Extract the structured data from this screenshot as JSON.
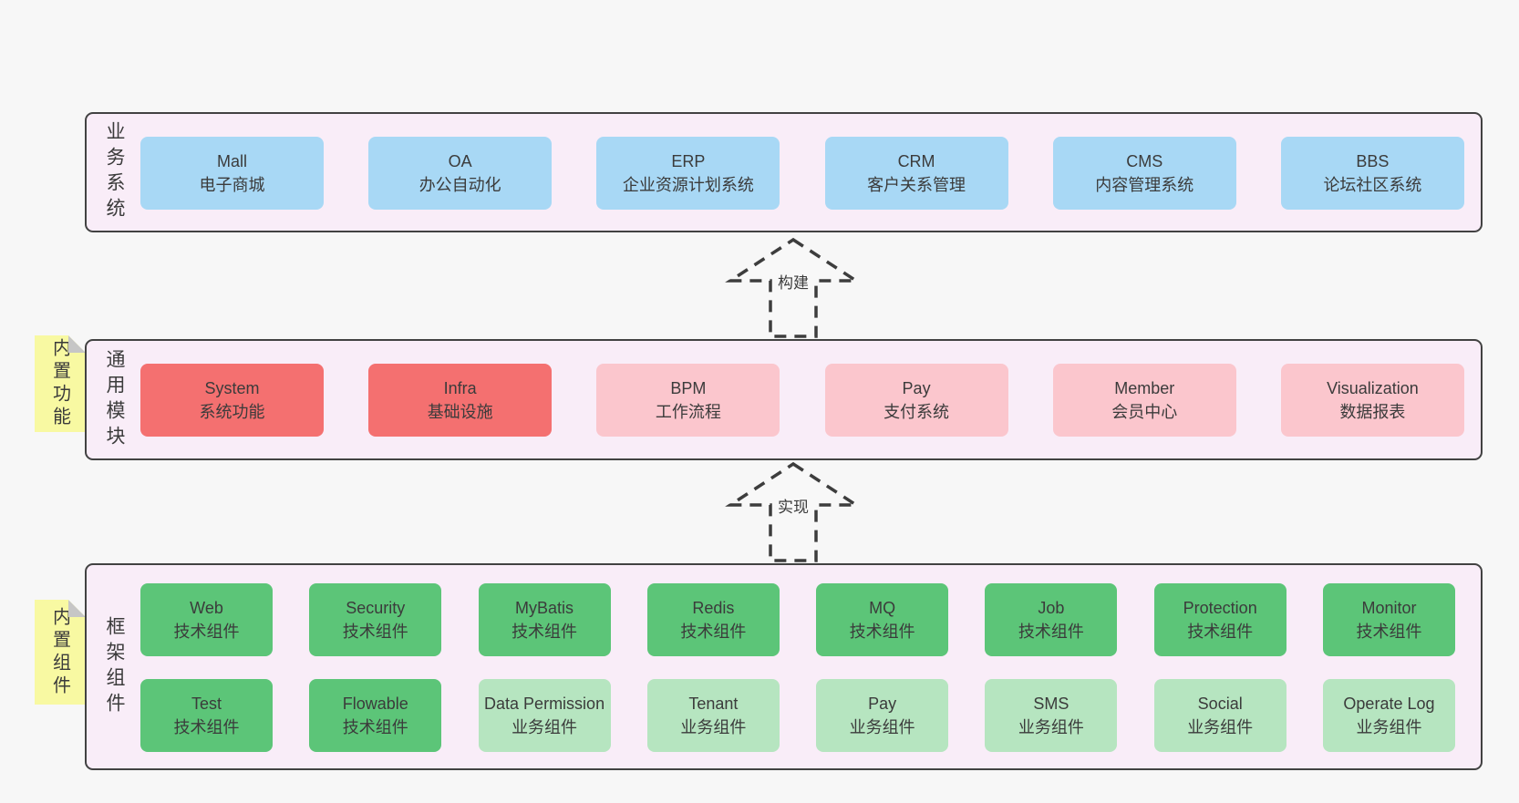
{
  "bands": [
    {
      "label": "业务系统",
      "boxes": [
        {
          "name": "Mall",
          "desc": "电子商城"
        },
        {
          "name": "OA",
          "desc": "办公自动化"
        },
        {
          "name": "ERP",
          "desc": "企业资源计划系统"
        },
        {
          "name": "CRM",
          "desc": "客户关系管理"
        },
        {
          "name": "CMS",
          "desc": "内容管理系统"
        },
        {
          "name": "BBS",
          "desc": "论坛社区系统"
        }
      ]
    },
    {
      "label": "通用模块",
      "sticky": "内置功能",
      "boxes": [
        {
          "name": "System",
          "desc": "系统功能"
        },
        {
          "name": "Infra",
          "desc": "基础设施"
        },
        {
          "name": "BPM",
          "desc": "工作流程"
        },
        {
          "name": "Pay",
          "desc": "支付系统"
        },
        {
          "name": "Member",
          "desc": "会员中心"
        },
        {
          "name": "Visualization",
          "desc": "数据报表"
        }
      ]
    },
    {
      "label": "框架组件",
      "sticky": "内置组件",
      "rows": [
        [
          {
            "name": "Web",
            "desc": "技术组件"
          },
          {
            "name": "Security",
            "desc": "技术组件"
          },
          {
            "name": "MyBatis",
            "desc": "技术组件"
          },
          {
            "name": "Redis",
            "desc": "技术组件"
          },
          {
            "name": "MQ",
            "desc": "技术组件"
          },
          {
            "name": "Job",
            "desc": "技术组件"
          },
          {
            "name": "Protection",
            "desc": "技术组件"
          },
          {
            "name": "Monitor",
            "desc": "技术组件"
          }
        ],
        [
          {
            "name": "Test",
            "desc": "技术组件"
          },
          {
            "name": "Flowable",
            "desc": "技术组件"
          },
          {
            "name": "Data Permission",
            "desc": "业务组件"
          },
          {
            "name": "Tenant",
            "desc": "业务组件"
          },
          {
            "name": "Pay",
            "desc": "业务组件"
          },
          {
            "name": "SMS",
            "desc": "业务组件"
          },
          {
            "name": "Social",
            "desc": "业务组件"
          },
          {
            "name": "Operate Log",
            "desc": "业务组件"
          }
        ]
      ]
    }
  ],
  "arrows": [
    {
      "label": "构建"
    },
    {
      "label": "实现"
    }
  ],
  "colors": {
    "page_bg": "#f7f7f7",
    "band_bg": "#f9edf8",
    "band_border": "#424242",
    "blue_box": "#a8d8f5",
    "red_box": "#f47070",
    "pink_box": "#fbc6cd",
    "green_box": "#5cc578",
    "light_green_box": "#b6e5c0",
    "sticky_yellow": "#f8f9a2",
    "sticky_fold": "#c6c6c6",
    "text": "#3b3b3b"
  }
}
